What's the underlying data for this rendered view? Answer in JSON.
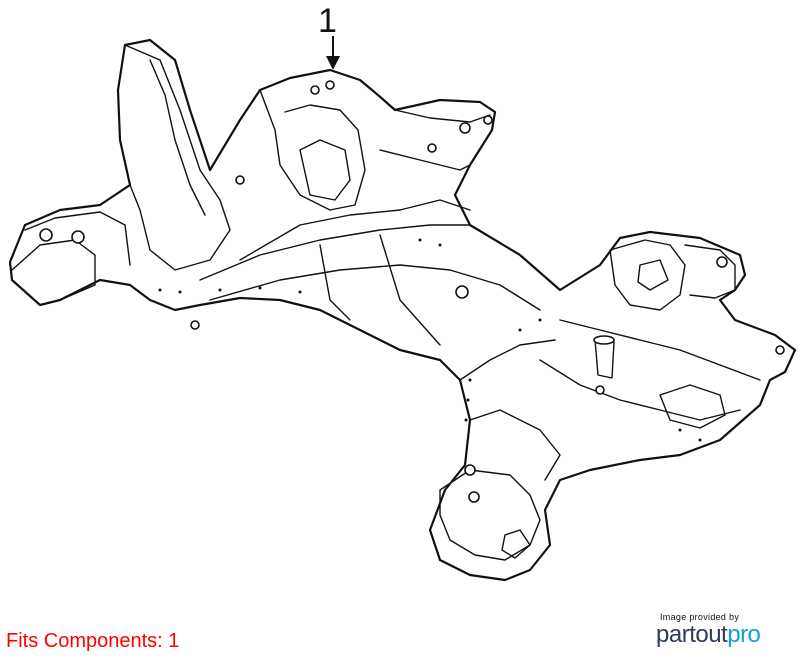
{
  "callout": {
    "number": "1"
  },
  "footer": {
    "fits_components": "Fits Components: 1",
    "credit_caption": "Image provided by",
    "brand_part": "partout",
    "brand_accent": "pro"
  },
  "colors": {
    "fits_text": "#ff0000",
    "brand_dark": "#2d3b5c",
    "brand_accent": "#17a0d8",
    "line_art": "#111111"
  }
}
